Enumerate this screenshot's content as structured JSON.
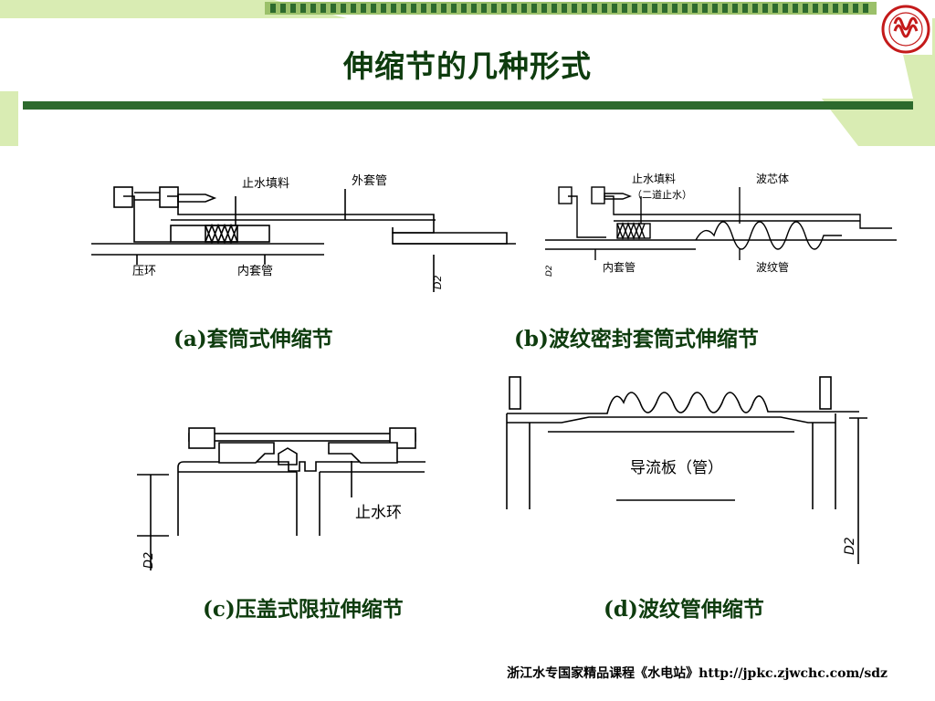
{
  "slide": {
    "title": "伸缩节的几种形式",
    "footer": "浙江水专国家精品课程《水电站》http://jpkc.zjwchc.com/sdz",
    "accent_green": "#0e3c0e",
    "band_green": "#d9ecb3",
    "bar_green": "#2d6a2d"
  },
  "figures": {
    "a": {
      "caption": "(a)套筒式伸缩节",
      "labels": {
        "packing": "止水填料",
        "outer_sleeve": "外套管",
        "gland": "压环",
        "inner_sleeve": "内套管",
        "dim": "D2"
      }
    },
    "b": {
      "caption": "(b)波纹密封套筒式伸缩节",
      "labels": {
        "packing": "止水填料",
        "packing_note": "（二道止水）",
        "core": "波芯体",
        "inner_sleeve": "内套管",
        "bellows": "波纹管",
        "dim": "D2"
      }
    },
    "c": {
      "caption": "(c)压盖式限拉伸缩节",
      "labels": {
        "seal_ring": "止水环",
        "dim": "D2"
      }
    },
    "d": {
      "caption": "(d)波纹管伸缩节",
      "labels": {
        "guide": "导流板（管）",
        "dim": "D2"
      }
    }
  },
  "icons": {
    "logo": "school-seal-icon"
  }
}
